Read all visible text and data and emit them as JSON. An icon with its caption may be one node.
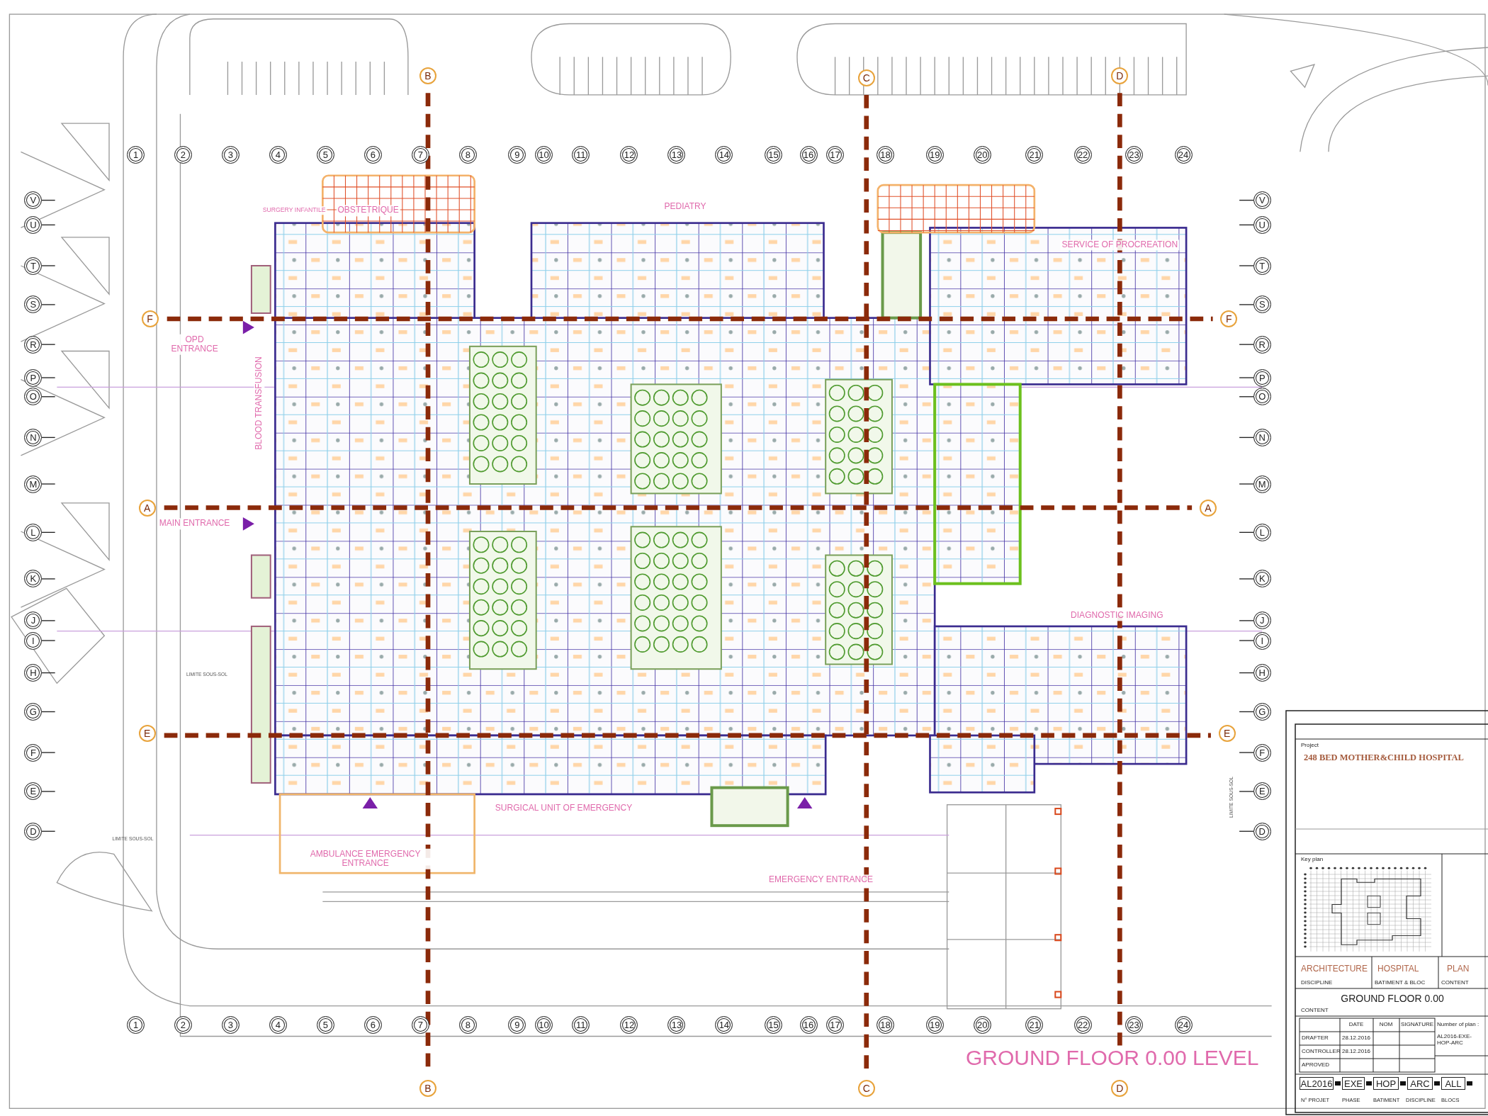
{
  "diagram": {
    "title": "GROUND FLOOR 0.00 LEVEL",
    "labels": [
      "SURGERY INFANTILE",
      "OBSTETRIQUE",
      "PEDIATRY",
      "SERVICE OF PROCREATION",
      "OPD ENTRANCE",
      "BLOOD TRANSFUSION",
      "MAIN ENTRANCE",
      "DIAGNOSTIC IMAGING",
      "LIMITE SOUS-SOL",
      "SURGICAL UNIT OF EMERGENCY",
      "LIMITE SOUS-SOL",
      "LIMITE SOUS-SOL",
      "AMBULANCE EMERGENCY ENTRANCE",
      "EMERGENCY ENTRANCE",
      "B",
      "C",
      "D",
      "1",
      "2",
      "3",
      "4",
      "5",
      "6",
      "7",
      "8",
      "9",
      "10",
      "11",
      "12",
      "13",
      "14",
      "15",
      "16",
      "17",
      "18",
      "19",
      "20",
      "21",
      "22",
      "23",
      "24",
      "V",
      "U",
      "T",
      "S",
      "R",
      "P",
      "O",
      "N",
      "M",
      "L",
      "K",
      "J",
      "I",
      "H",
      "G",
      "F",
      "E",
      "D",
      "V",
      "U",
      "T",
      "S",
      "R",
      "P",
      "O",
      "N",
      "M",
      "L",
      "K",
      "J",
      "I",
      "H",
      "G",
      "F",
      "E",
      "D",
      "F",
      "F",
      "A",
      "A",
      "E",
      "E",
      "B",
      "C",
      "D",
      "1",
      "2",
      "3",
      "4",
      "5",
      "6",
      "7",
      "8",
      "9",
      "10",
      "11",
      "12",
      "13",
      "14",
      "15",
      "16",
      "17",
      "18",
      "19",
      "20",
      "21",
      "22",
      "23",
      "24",
      "Project",
      "248 BED MOTHER&CHILD HOSPITAL",
      "Key plan",
      "ARCHITECTURE",
      "DISCIPLINE",
      "HOSPITAL",
      "BATIMENT & BLOC",
      "PLAN",
      "CONTENT",
      "GROUND FLOOR 0.00",
      "CONTENT",
      "DATE",
      "NOM",
      "SIGNATURE",
      "Number of plan :",
      "DRAFTER",
      "28.12.2016",
      "AL2016-EXE-HOP-ARC",
      "CONTROLLER",
      "28.12.2016",
      "APROVED",
      "AL2016",
      "EXE",
      "HOP",
      "ARC",
      "ALL",
      "N° PROJET",
      "PHASE",
      "BATIMENT",
      "DISCIPLINE",
      "BLOCS"
    ]
  }
}
